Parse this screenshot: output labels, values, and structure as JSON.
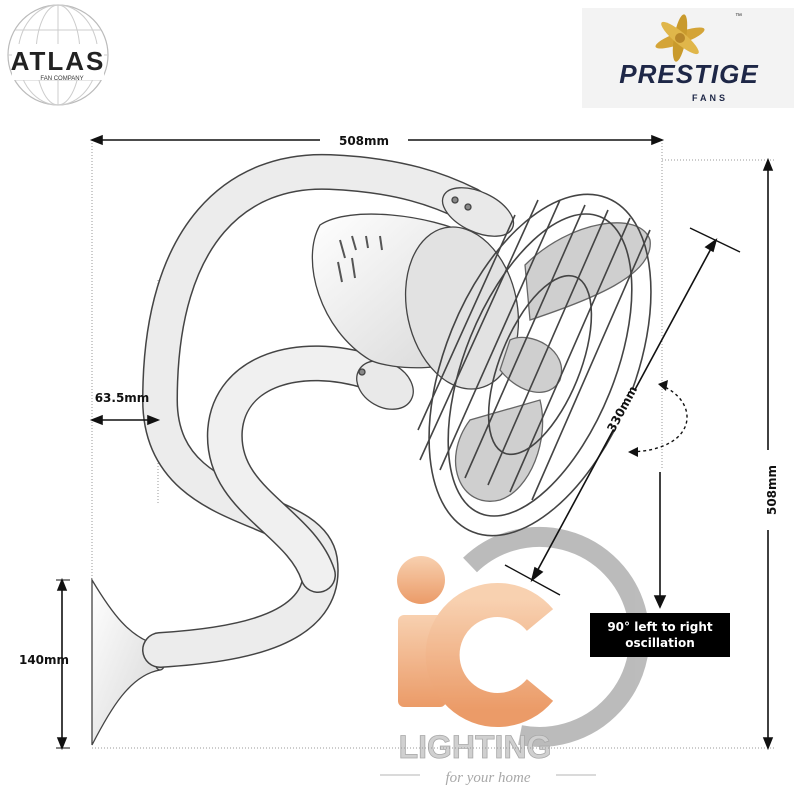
{
  "logos": {
    "atlas": {
      "name": "ATLAS",
      "tagline": "FAN COMPANY"
    },
    "prestige": {
      "name": "PRESTIGE",
      "sub": "FANS",
      "tm": "™"
    },
    "ic_lighting": {
      "name": "LIGHTING",
      "tagline": "for your home"
    }
  },
  "dimensions": {
    "overall_width": "508mm",
    "overall_height": "508mm",
    "wall_offset": "63.5mm",
    "base_height": "140mm",
    "head_diameter": "330mm"
  },
  "oscillation_note": "90° left to right oscillation",
  "colors": {
    "fan_fill": "#e9e9e9",
    "fan_stroke": "#444444",
    "label_bg": "#000000",
    "label_text": "#ffffff",
    "ic_orange": "#f2a46c",
    "ic_grey": "#9a9a9a",
    "prestige_star": "#d4a437"
  }
}
